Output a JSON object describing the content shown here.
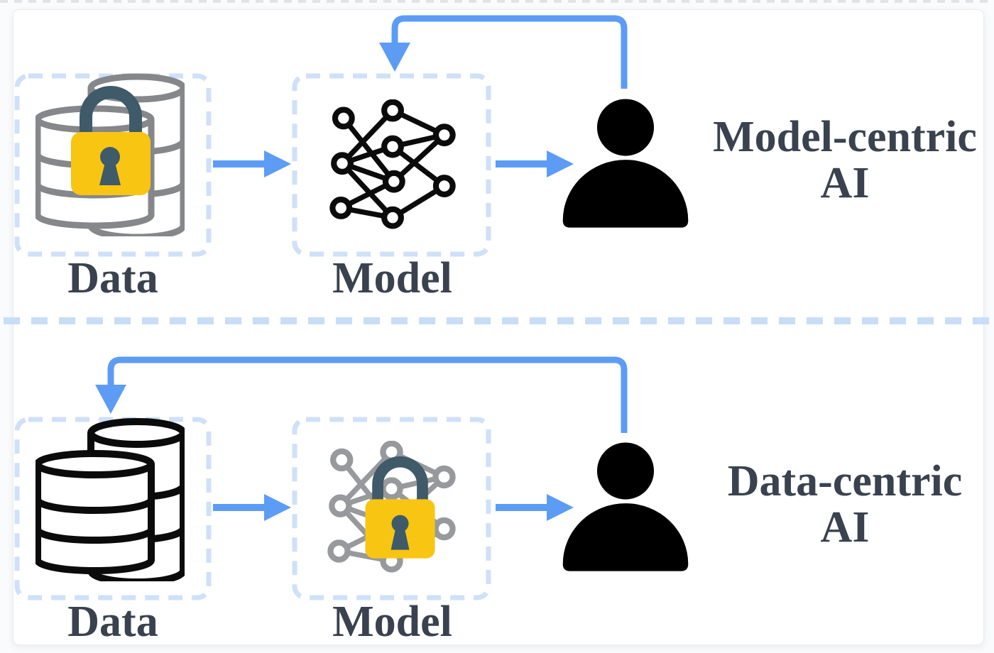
{
  "rows": [
    {
      "title_line1": "Model-centric",
      "title_line2": "AI",
      "boxes": [
        {
          "label": "Data",
          "icon": "database-lock-icon"
        },
        {
          "label": "Model",
          "icon": "neural-network-icon"
        }
      ],
      "actor_icon": "person-icon",
      "feedback_arrow_points_to": "Model"
    },
    {
      "title_line1": "Data-centric",
      "title_line2": "AI",
      "boxes": [
        {
          "label": "Data",
          "icon": "database-icon"
        },
        {
          "label": "Model",
          "icon": "neural-network-lock-icon"
        }
      ],
      "actor_icon": "person-icon",
      "feedback_arrow_points_to": "Data"
    }
  ],
  "palette": {
    "arrow_blue": "#5d9cf5",
    "dashed_box_blue": "#cfe1f9",
    "divider_blue": "#c8ddf7",
    "text_dark": "#39424e",
    "lock_body_yellow": "#f9c513",
    "lock_shackle_slate": "#3f5a69",
    "database_gray": "#85878a",
    "network_gray": "#97999c",
    "icon_black": "#0b0b0b"
  }
}
